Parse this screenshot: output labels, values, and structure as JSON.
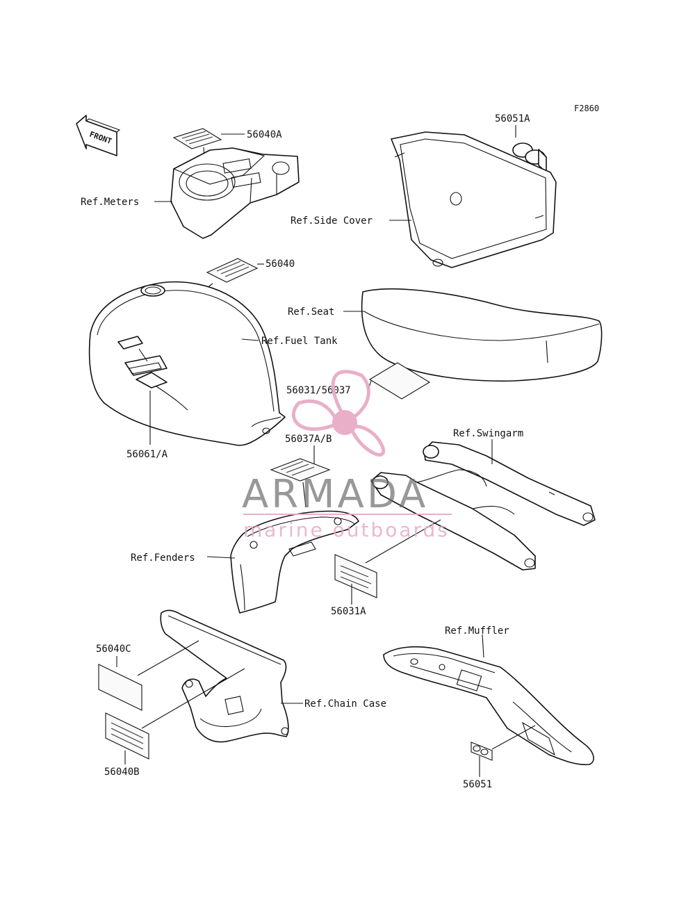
{
  "figure_code": "F2860",
  "front_arrow_text": "FRONT",
  "parts": {
    "p56040A": "56040A",
    "p56051A": "56051A",
    "p56040": "56040",
    "p56031_56037": "56031/56037",
    "p56061A": "56061/A",
    "p56037AB": "56037A/B",
    "p56031A": "56031A",
    "p56040C": "56040C",
    "p56040B": "56040B",
    "p56051": "56051"
  },
  "refs": {
    "meters": "Ref.Meters",
    "side_cover": "Ref.Side Cover",
    "seat": "Ref.Seat",
    "fuel_tank": "Ref.Fuel Tank",
    "swingarm": "Ref.Swingarm",
    "fenders": "Ref.Fenders",
    "muffler": "Ref.Muffler",
    "chain_case": "Ref.Chain Case"
  },
  "watermark": {
    "brand": "ARMADA",
    "tagline": "marine outboards",
    "brand_color": "#707070",
    "accent_color": "#e8a9c4"
  }
}
